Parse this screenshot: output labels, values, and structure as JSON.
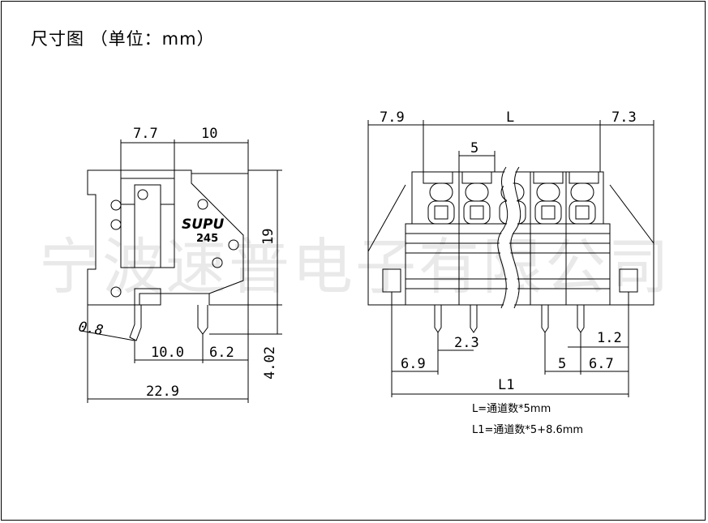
{
  "title": "尺寸图 （单位：mm）",
  "watermark": "宁波速普电子有限公司",
  "side_view": {
    "logo": "SUPU",
    "model": "245",
    "dims": {
      "top_left": "7.7",
      "top_right": "10",
      "height": "19",
      "pin_len": "4.02",
      "pin_dia": "0.8",
      "pin_pitch": "10.0",
      "pin_offset": "6.2",
      "width": "22.9"
    }
  },
  "front_view": {
    "dims": {
      "left_ext": "7.9",
      "length": "L",
      "right_ext": "7.3",
      "pitch_top": "5",
      "pin_off": "2.3",
      "left_margin": "6.9",
      "pitch_bottom": "5",
      "right_margin": "6.7",
      "pin_gap": "1.2",
      "total": "L1"
    },
    "notes": {
      "l": "L=通道数*5mm",
      "l1": "L1=通道数*5+8.6mm"
    }
  }
}
